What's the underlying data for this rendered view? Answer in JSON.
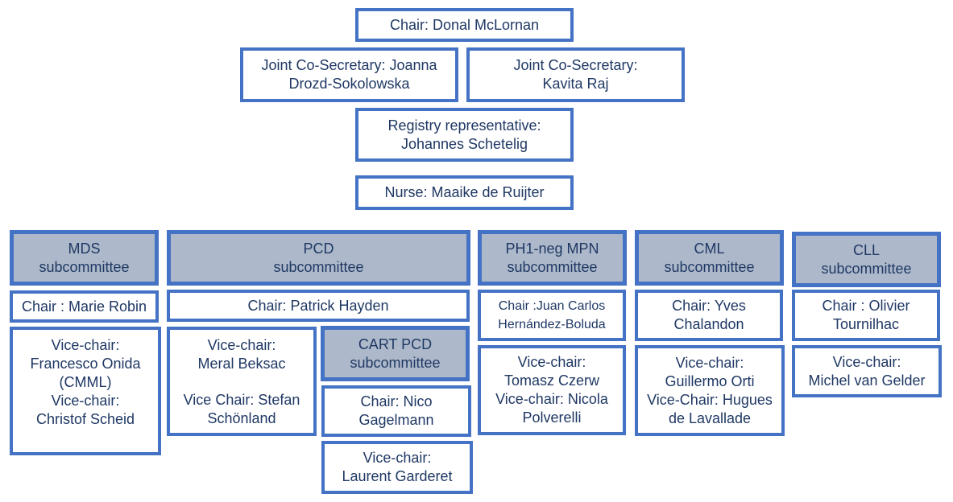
{
  "leadership": {
    "chair": [
      "Chair: Donal McLornan"
    ],
    "co_secretary_1": [
      "Joint Co-Secretary: Joanna",
      "Drozd-Sokolowska"
    ],
    "co_secretary_2": [
      "Joint Co-Secretary:",
      "Kavita Raj"
    ],
    "registry": [
      "Registry representative:",
      "Johannes Schetelig"
    ],
    "nurse": [
      "Nurse: Maaike de Ruijter"
    ]
  },
  "subcommittees": {
    "mds": {
      "header": [
        "MDS",
        "subcommittee"
      ],
      "chair": [
        "Chair : Marie Robin"
      ],
      "vice": [
        "Vice-chair:",
        "Francesco Onida",
        "(CMML)",
        "Vice-chair:",
        "Christof Scheid"
      ]
    },
    "pcd": {
      "header": [
        "PCD",
        "subcommittee"
      ],
      "chair": [
        "Chair: Patrick Hayden"
      ],
      "vice": [
        "Vice-chair:",
        "Meral Beksac",
        "Vice Chair: Stefan",
        "Schönland"
      ]
    },
    "cart_pcd": {
      "header": [
        "CART PCD",
        "subcommittee"
      ],
      "chair": [
        "Chair: Nico",
        "Gagelmann"
      ],
      "vice": [
        "Vice-chair:",
        "Laurent Garderet"
      ]
    },
    "mpn": {
      "header": [
        "PH1-neg MPN",
        "subcommittee"
      ],
      "chair": [
        "Chair :Juan Carlos",
        "Hernández-Boluda"
      ],
      "vice": [
        "Vice-chair:",
        "Tomasz Czerw",
        "Vice-chair: Nicola",
        "Polverelli"
      ]
    },
    "cml": {
      "header": [
        "CML",
        "subcommittee"
      ],
      "chair": [
        "Chair: Yves",
        "Chalandon"
      ],
      "vice": [
        "Vice-chair:",
        "Guillermo Orti",
        "Vice-Chair: Hugues",
        "de Lavallade"
      ]
    },
    "cll": {
      "header": [
        "CLL",
        "subcommittee"
      ],
      "chair": [
        "Chair : Olivier",
        "Tournilhac"
      ],
      "vice": [
        "Vice-chair:",
        "Michel van Gelder"
      ]
    }
  },
  "colors": {
    "border": "#4472c4",
    "header_fill": "#adb9ca",
    "text": "#1f3864"
  }
}
